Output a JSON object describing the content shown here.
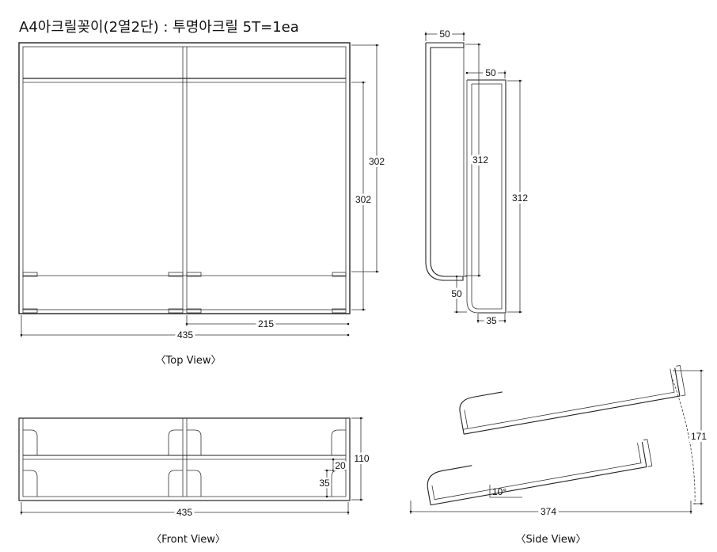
{
  "title": "A4아크릴꽂이(2열2단) : 투명아크릴 5T=1ea",
  "views": {
    "top": {
      "caption": "〈Top View〉",
      "dims": {
        "total_width": "435",
        "half_width": "215",
        "depth_outer": "302",
        "depth_inner": "302"
      }
    },
    "side_parts": {
      "dims": {
        "top_50_a": "50",
        "top_50_b": "50",
        "height_a": "312",
        "height_b": "312",
        "bottom_50": "50",
        "bottom_35": "35"
      }
    },
    "front": {
      "caption": "〈Front View〉",
      "dims": {
        "width": "435",
        "height": "110",
        "gap": "20",
        "slot": "35"
      }
    },
    "side": {
      "caption": "〈Side View〉",
      "dims": {
        "length": "374",
        "height": "171",
        "angle": "10°"
      }
    }
  }
}
